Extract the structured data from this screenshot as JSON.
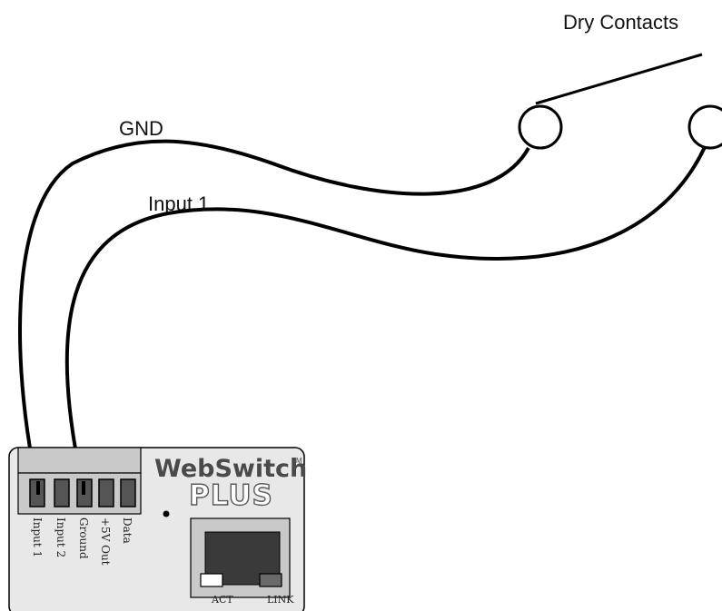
{
  "labels": {
    "dry_contacts": "Dry Contacts",
    "gnd": "GND",
    "input1_wire": "Input 1"
  },
  "device": {
    "brand_top": "WebSwitch",
    "tm": "TM",
    "brand_bottom": "PLUS",
    "terminals": [
      "Input 1",
      "Input 2",
      "Ground",
      "+5V Out",
      "Data"
    ],
    "led_act": "ACT",
    "led_link": "LINK"
  }
}
